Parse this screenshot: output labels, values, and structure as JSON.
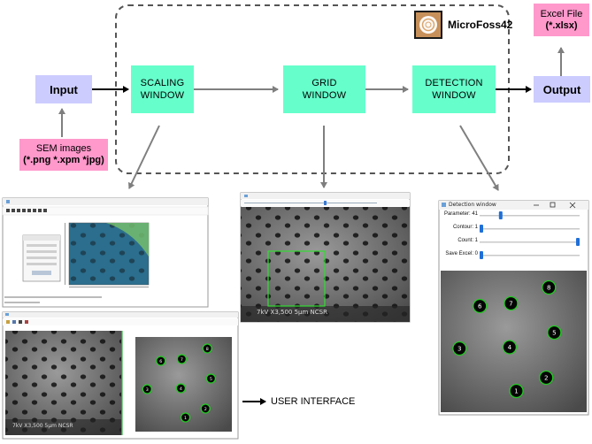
{
  "nodes": {
    "input": "Input",
    "scaling_window": [
      "SCALING",
      "WINDOW"
    ],
    "grid_window": [
      "GRID",
      "WINDOW"
    ],
    "detection_window": [
      "DETECTION",
      "WINDOW"
    ],
    "output": "Output",
    "sem_images": [
      "SEM images",
      "(*.png *.xpm *jpg)"
    ],
    "excel_file": [
      "Excel File",
      "(*.xlsx)"
    ]
  },
  "brand": {
    "name": "MicroFoss42",
    "icon": "microfossil-logo-icon"
  },
  "legend": {
    "user_interface": "USER INTERFACE"
  },
  "screens": {
    "detection": {
      "title": "Detection window",
      "sliders": [
        {
          "label": "Parameter: 41",
          "value": 0.2
        },
        {
          "label": "Contour: 1",
          "value": 0.0
        },
        {
          "label": "Count: 1",
          "value": 1.0
        },
        {
          "label": "Save Excel: 0",
          "value": 0.0
        }
      ],
      "particles": [
        "1",
        "2",
        "3",
        "4",
        "5",
        "6",
        "7",
        "8"
      ]
    },
    "sem_caption": "7kV   X3,500   5μm   NCSR",
    "combined_particles": [
      "1",
      "2",
      "3",
      "4",
      "5",
      "6",
      "7",
      "8"
    ]
  },
  "colors": {
    "box_mint": "#66ffcc",
    "box_lavender": "#ccccff",
    "box_pink": "#ff99cc",
    "arrow": "#7f7f7f",
    "detect_ring": "#22cc22",
    "grid_roi": "#33dd33"
  }
}
